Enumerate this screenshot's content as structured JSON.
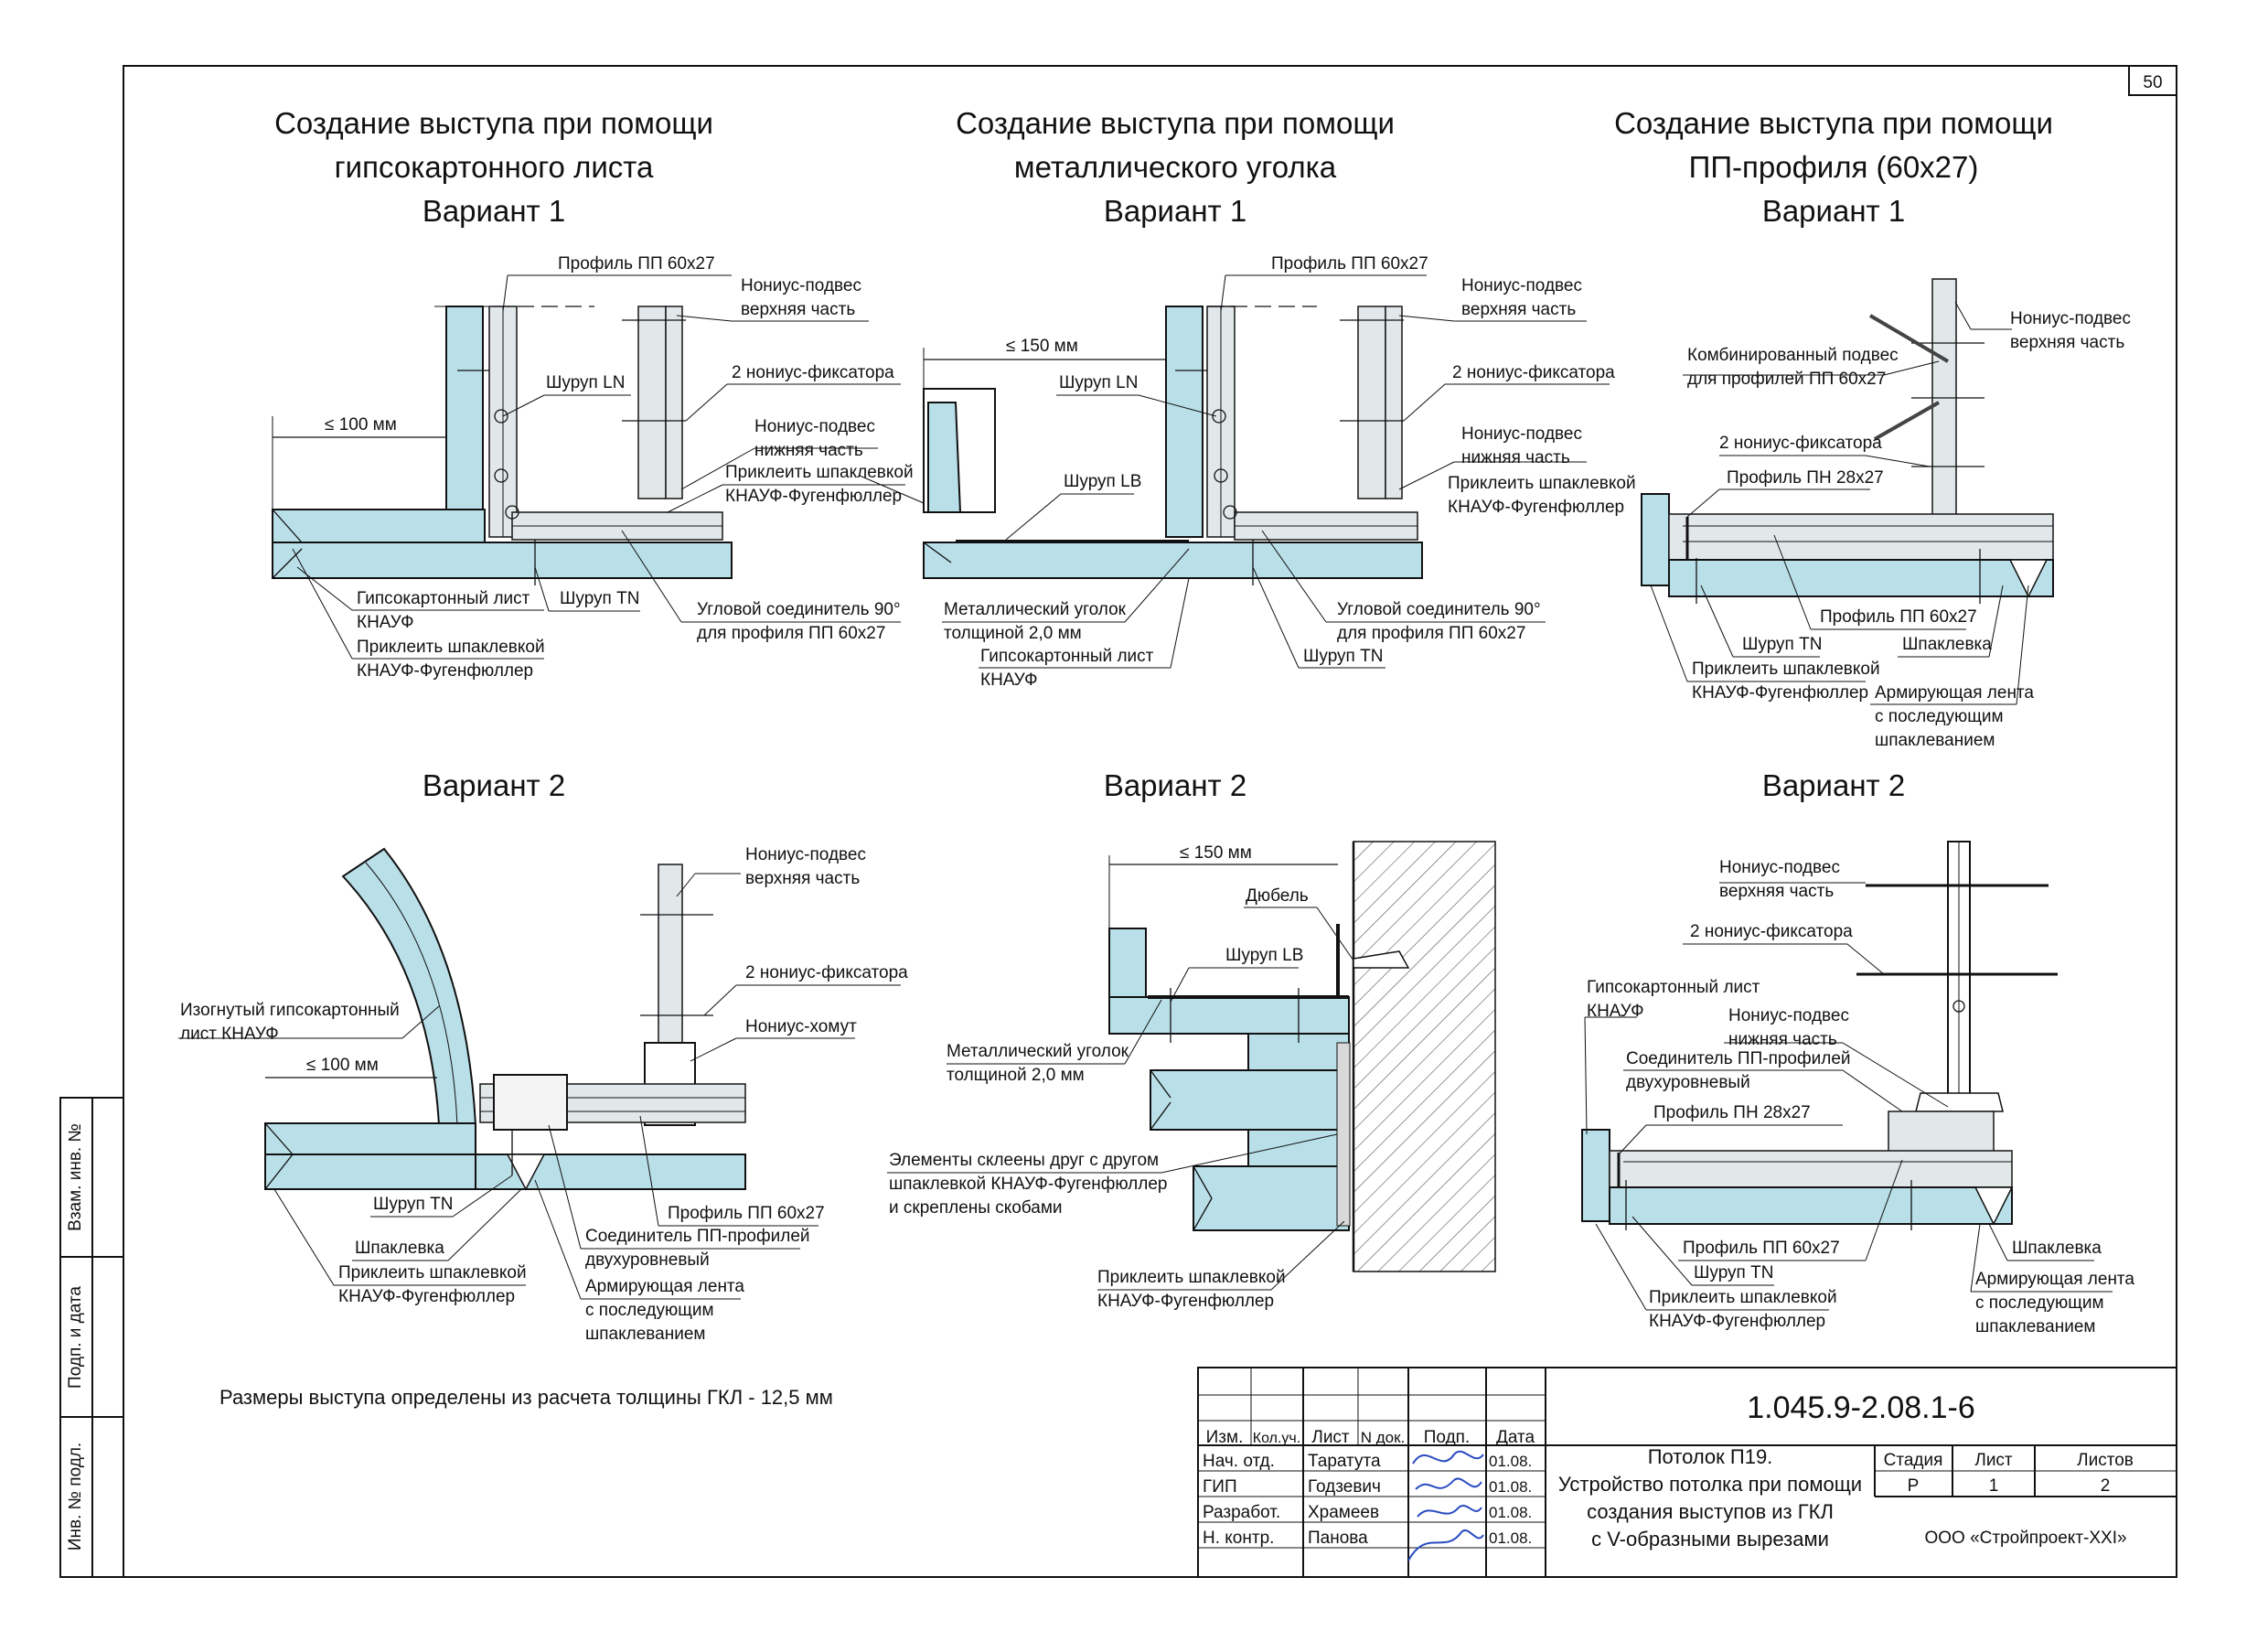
{
  "sheet": {
    "page_number": "50",
    "side_labels": [
      "Взам. инв. №",
      "Подп. и дата",
      "Инв. № подл."
    ]
  },
  "sections": {
    "col1": {
      "title1": "Создание выступа при помощи",
      "title2": "гипсокартонного листа",
      "variant1": "Вариант 1",
      "variant2": "Вариант 2"
    },
    "col2": {
      "title1": "Создание выступа при помощи",
      "title2": "металлического уголка",
      "variant1": "Вариант 1",
      "variant2": "Вариант 2"
    },
    "col3": {
      "title1": "Создание выступа при помощи",
      "title2": "ПП-профиля (60x27)",
      "variant1": "Вариант 1",
      "variant2": "Вариант 2"
    }
  },
  "callouts": {
    "d1": [
      "Профиль ПП 60x27",
      "Нониус-подвес",
      "верхняя часть",
      "Шуруп LN",
      "2 нониус-фиксатора",
      "≤ 100 мм",
      "Нониус-подвес",
      "нижняя часть",
      "Приклеить шпаклевкой",
      "КНАУФ-Фугенфюллер",
      "Шуруп TN",
      "Гипсокартонный лист",
      "КНАУФ",
      "Приклеить шпаклевкой",
      "КНАУФ-Фугенфюллер",
      "Угловой соединитель 90°",
      "для профиля ПП 60x27"
    ],
    "d2": [
      "Профиль ПП 60x27",
      "Нониус-подвес",
      "верхняя часть",
      "≤ 150 мм",
      "Шуруп LN",
      "2 нониус-фиксатора",
      "Нониус-подвес",
      "нижняя часть",
      "Приклеить шпаклевкой",
      "КНАУФ-Фугенфюллер",
      "Шуруп LB",
      "Металлический уголок",
      "толщиной 2,0 мм",
      "Гипсокартонный лист",
      "КНАУФ",
      "Угловой соединитель 90°",
      "для профиля ПП 60x27",
      "Шуруп TN"
    ],
    "d3": [
      "Нониус-подвес",
      "верхняя часть",
      "Комбинированный подвес",
      "для профилей ПП 60x27",
      "2 нониус-фиксатора",
      "Профиль ПН 28x27",
      "Профиль ПП 60x27",
      "Шуруп TN",
      "Шпаклевка",
      "Приклеить шпаклевкой",
      "КНАУФ-Фугенфюллер",
      "Армирующая лента",
      "с последующим",
      "шпаклеванием"
    ],
    "d4": [
      "Нониус-подвес",
      "верхняя часть",
      "2 нониус-фиксатора",
      "Изогнутый гипсокартонный",
      "лист КНАУФ",
      "Нониус-хомут",
      "≤ 100 мм",
      "Профиль ПП 60x27",
      "Шуруп TN",
      "Соединитель ПП-профилей",
      "двухуровневый",
      "Шпаклевка",
      "Армирующая лента",
      "с последующим",
      "шпаклеванием",
      "Приклеить шпаклевкой",
      "КНАУФ-Фугенфюллер"
    ],
    "d5": [
      "≤ 150 мм",
      "Дюбель",
      "Шуруп LB",
      "Металлический уголок",
      "толщиной 2,0 мм",
      "Элементы склеены друг с другом",
      "шпаклевкой КНАУФ-Фугенфюллер",
      "и скреплены скобами",
      "Приклеить шпаклевкой",
      "КНАУФ-Фугенфюллер"
    ],
    "d6": [
      "Нониус-подвес",
      "верхняя часть",
      "2 нониус-фиксатора",
      "Гипсокартонный лист",
      "КНАУФ",
      "Нониус-подвес",
      "нижняя часть",
      "Соединитель ПП-профилей",
      "двухуровневый",
      "Профиль ПН 28x27",
      "Профиль ПП 60x27",
      "Шуруп TN",
      "Шпаклевка",
      "Приклеить шпаклевкой",
      "КНАУФ-Фугенфюллер",
      "Армирующая лента",
      "с последующим",
      "шпаклеванием"
    ]
  },
  "note": "Размеры выступа определены из расчета толщины ГКЛ - 12,5 мм",
  "title_block": {
    "code": "1.045.9-2.08.1-6",
    "headers": [
      "Изм.",
      "Кол.уч.",
      "Лист",
      "N док.",
      "Подп.",
      "Дата"
    ],
    "rows": [
      {
        "role": "Нач. отд.",
        "name": "Таратута",
        "date": "01.08."
      },
      {
        "role": "ГИП",
        "name": "Годзевич",
        "date": "01.08."
      },
      {
        "role": "Разработ.",
        "name": "Храмеев",
        "date": "01.08."
      },
      {
        "role": "Н. контр.",
        "name": "Панова",
        "date": "01.08."
      }
    ],
    "name_lines": [
      "Потолок П19.",
      "Устройство потолка при помощи",
      "создания выступов из ГКЛ",
      "с V-образными вырезами"
    ],
    "stage_headers": [
      "Стадия",
      "Лист",
      "Листов"
    ],
    "stage_values": [
      "Р",
      "1",
      "2"
    ],
    "company": "ООО «Стройпроект-XXI»"
  }
}
